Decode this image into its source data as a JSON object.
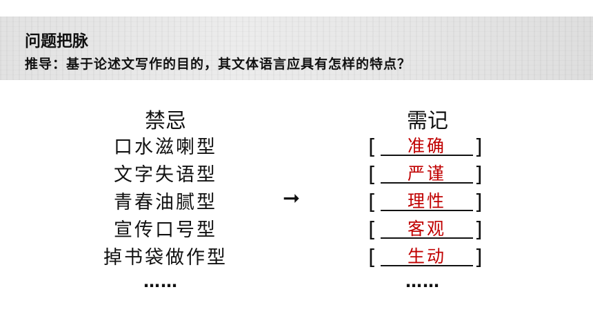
{
  "banner": {
    "title": "问题把脉",
    "question": "推导：基于论述文写作的目的，其文体语言应具有怎样的特点？"
  },
  "taboo": {
    "header": "禁忌",
    "items": [
      "口水滋喇型",
      "文字失语型",
      "青春油腻型",
      "宣传口号型",
      "掉书袋做作型"
    ],
    "ellipsis": "……"
  },
  "arrow": "➞",
  "needs": {
    "header": "需记",
    "bracket_open": "[",
    "bracket_close": "]",
    "answers": [
      "准确",
      "严谨",
      "理性",
      "客观",
      "生动"
    ],
    "answer_color": "#c00000",
    "ellipsis": "……"
  }
}
